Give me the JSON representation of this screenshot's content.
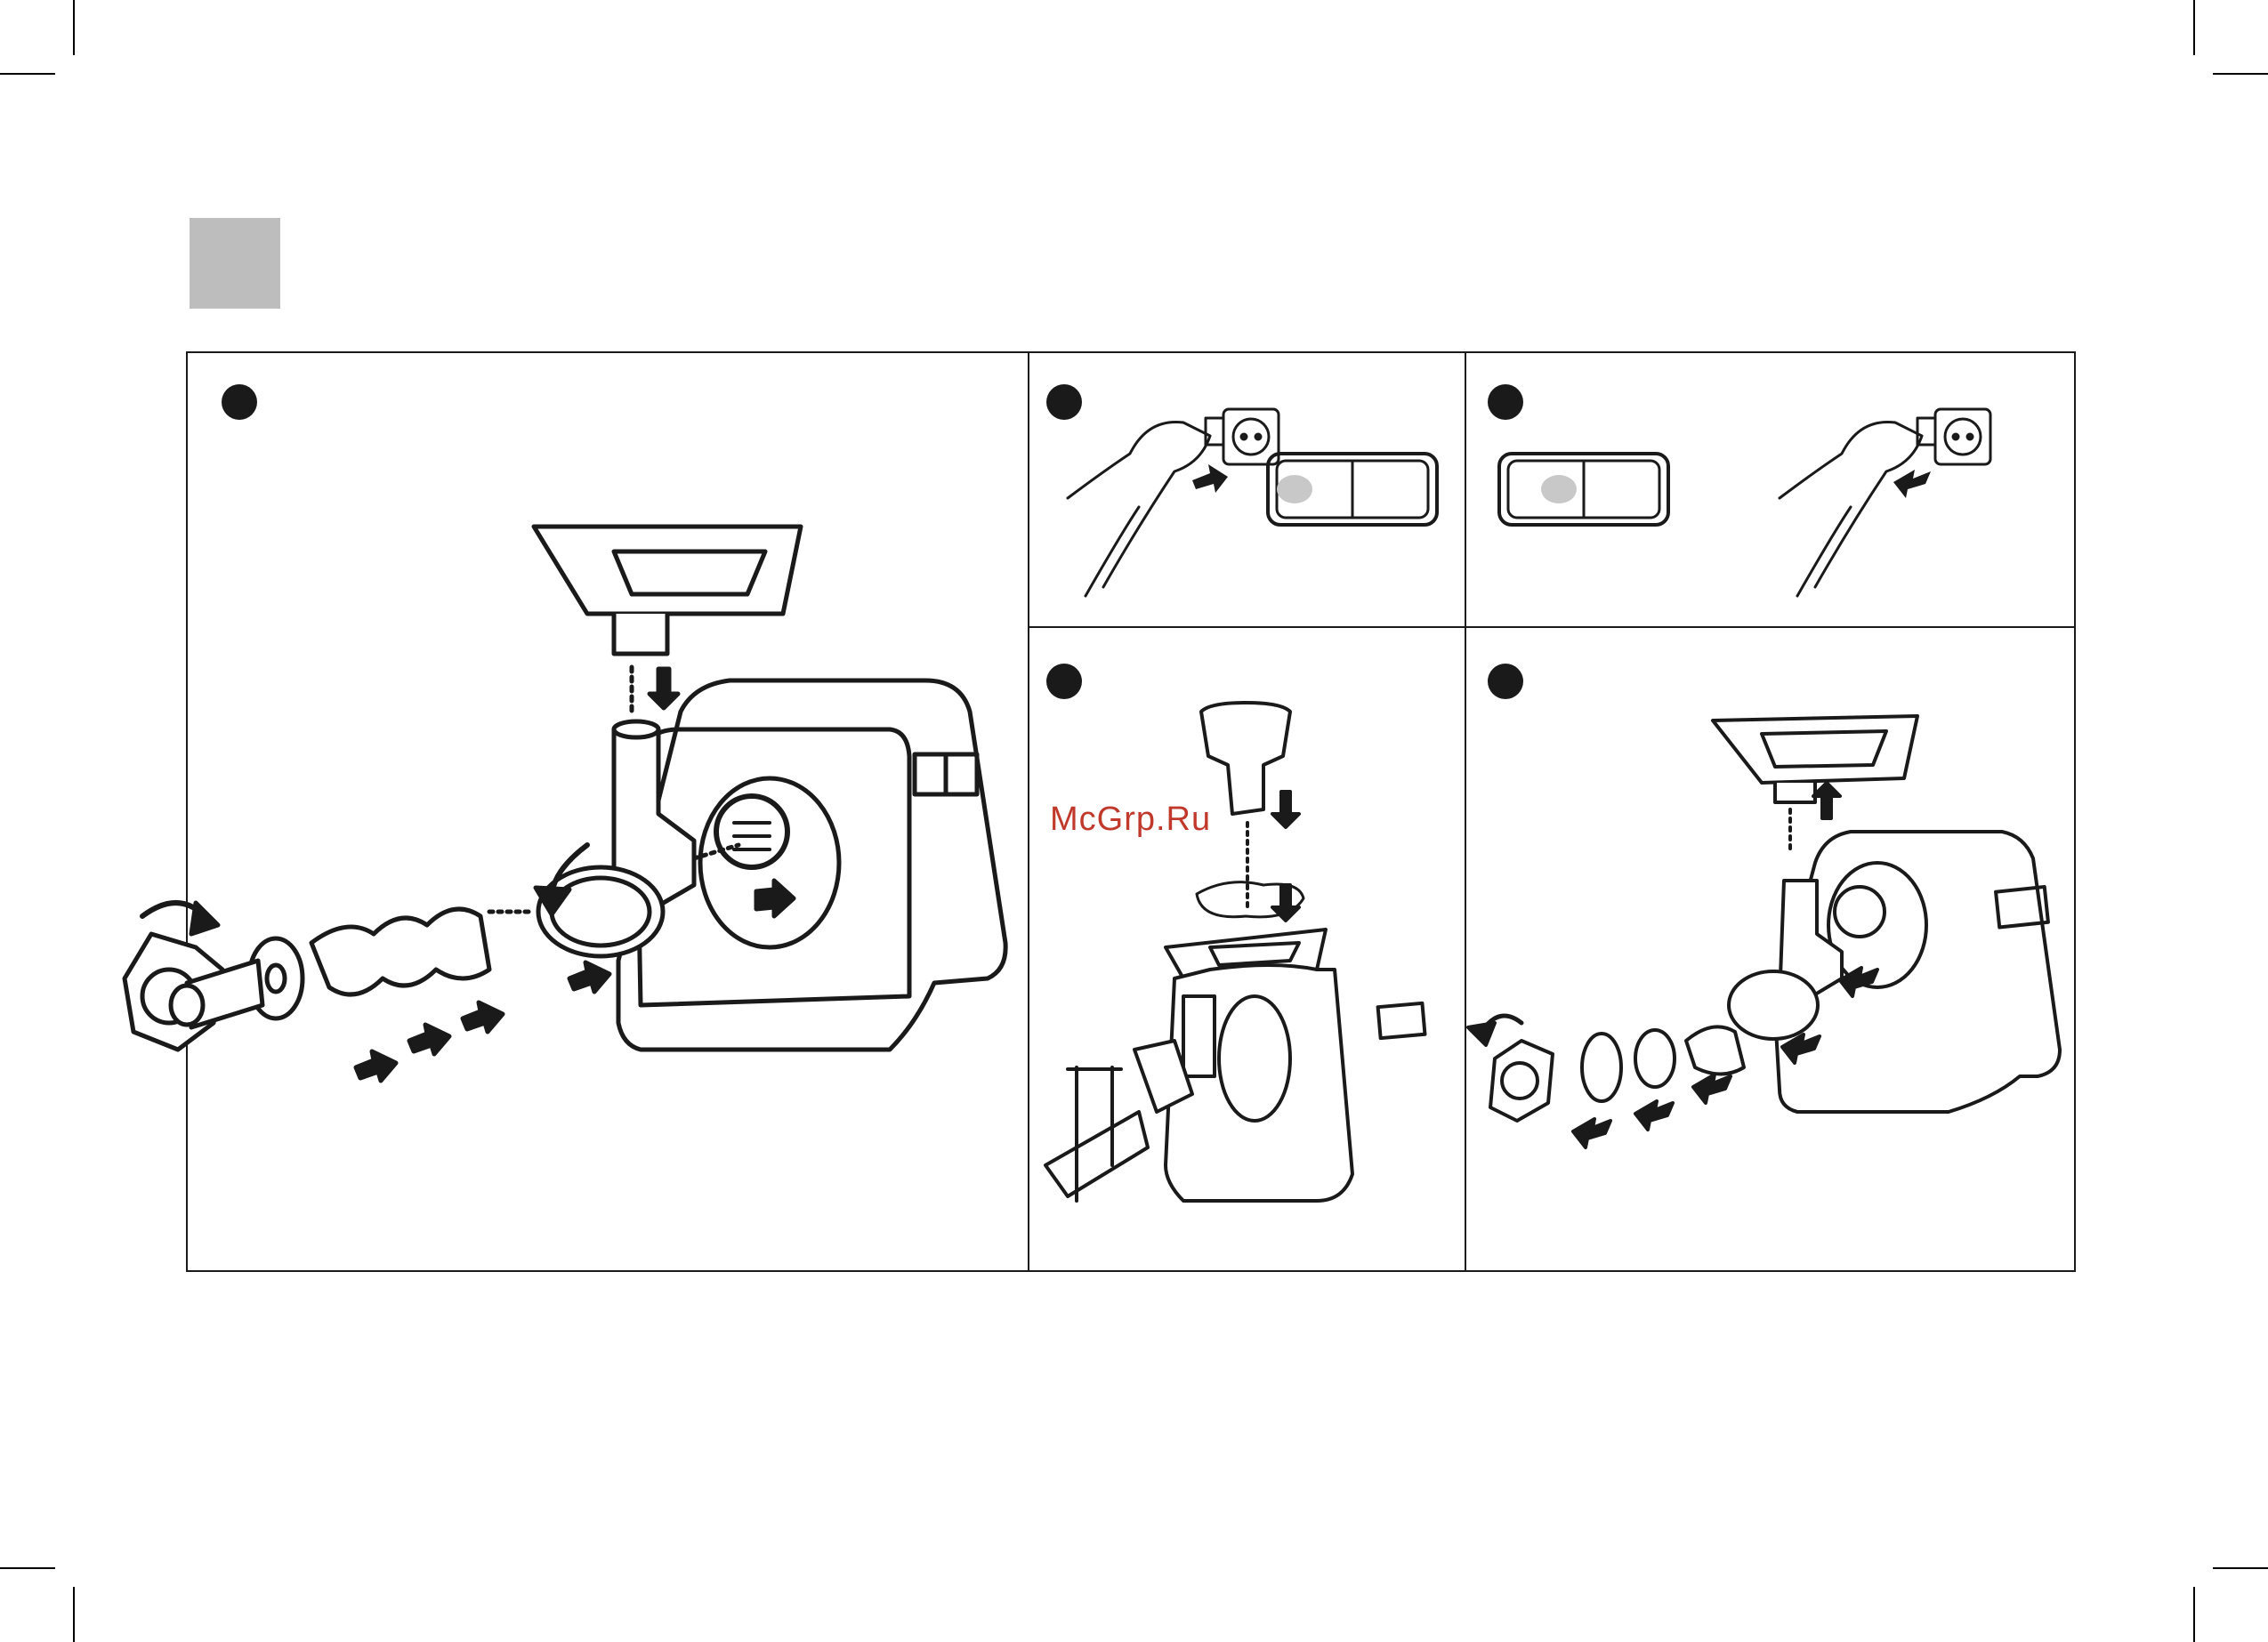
{
  "watermark": {
    "text": "McGrp.Ru",
    "color": "#c0392b"
  },
  "colors": {
    "ink": "#1a1a1a",
    "section_tab": "#bdbdbd",
    "switch_indicator": "#c8c8c8"
  },
  "panels": [
    {
      "id": "assembly",
      "icon": "meat-grinder-assembly-illustration"
    },
    {
      "id": "plug-in",
      "icon": "plug-into-socket-illustration"
    },
    {
      "id": "unplug",
      "icon": "unplug-from-socket-illustration"
    },
    {
      "id": "sausage-filling",
      "icon": "sausage-filling-illustration"
    },
    {
      "id": "disassembly",
      "icon": "meat-grinder-disassembly-illustration"
    }
  ]
}
